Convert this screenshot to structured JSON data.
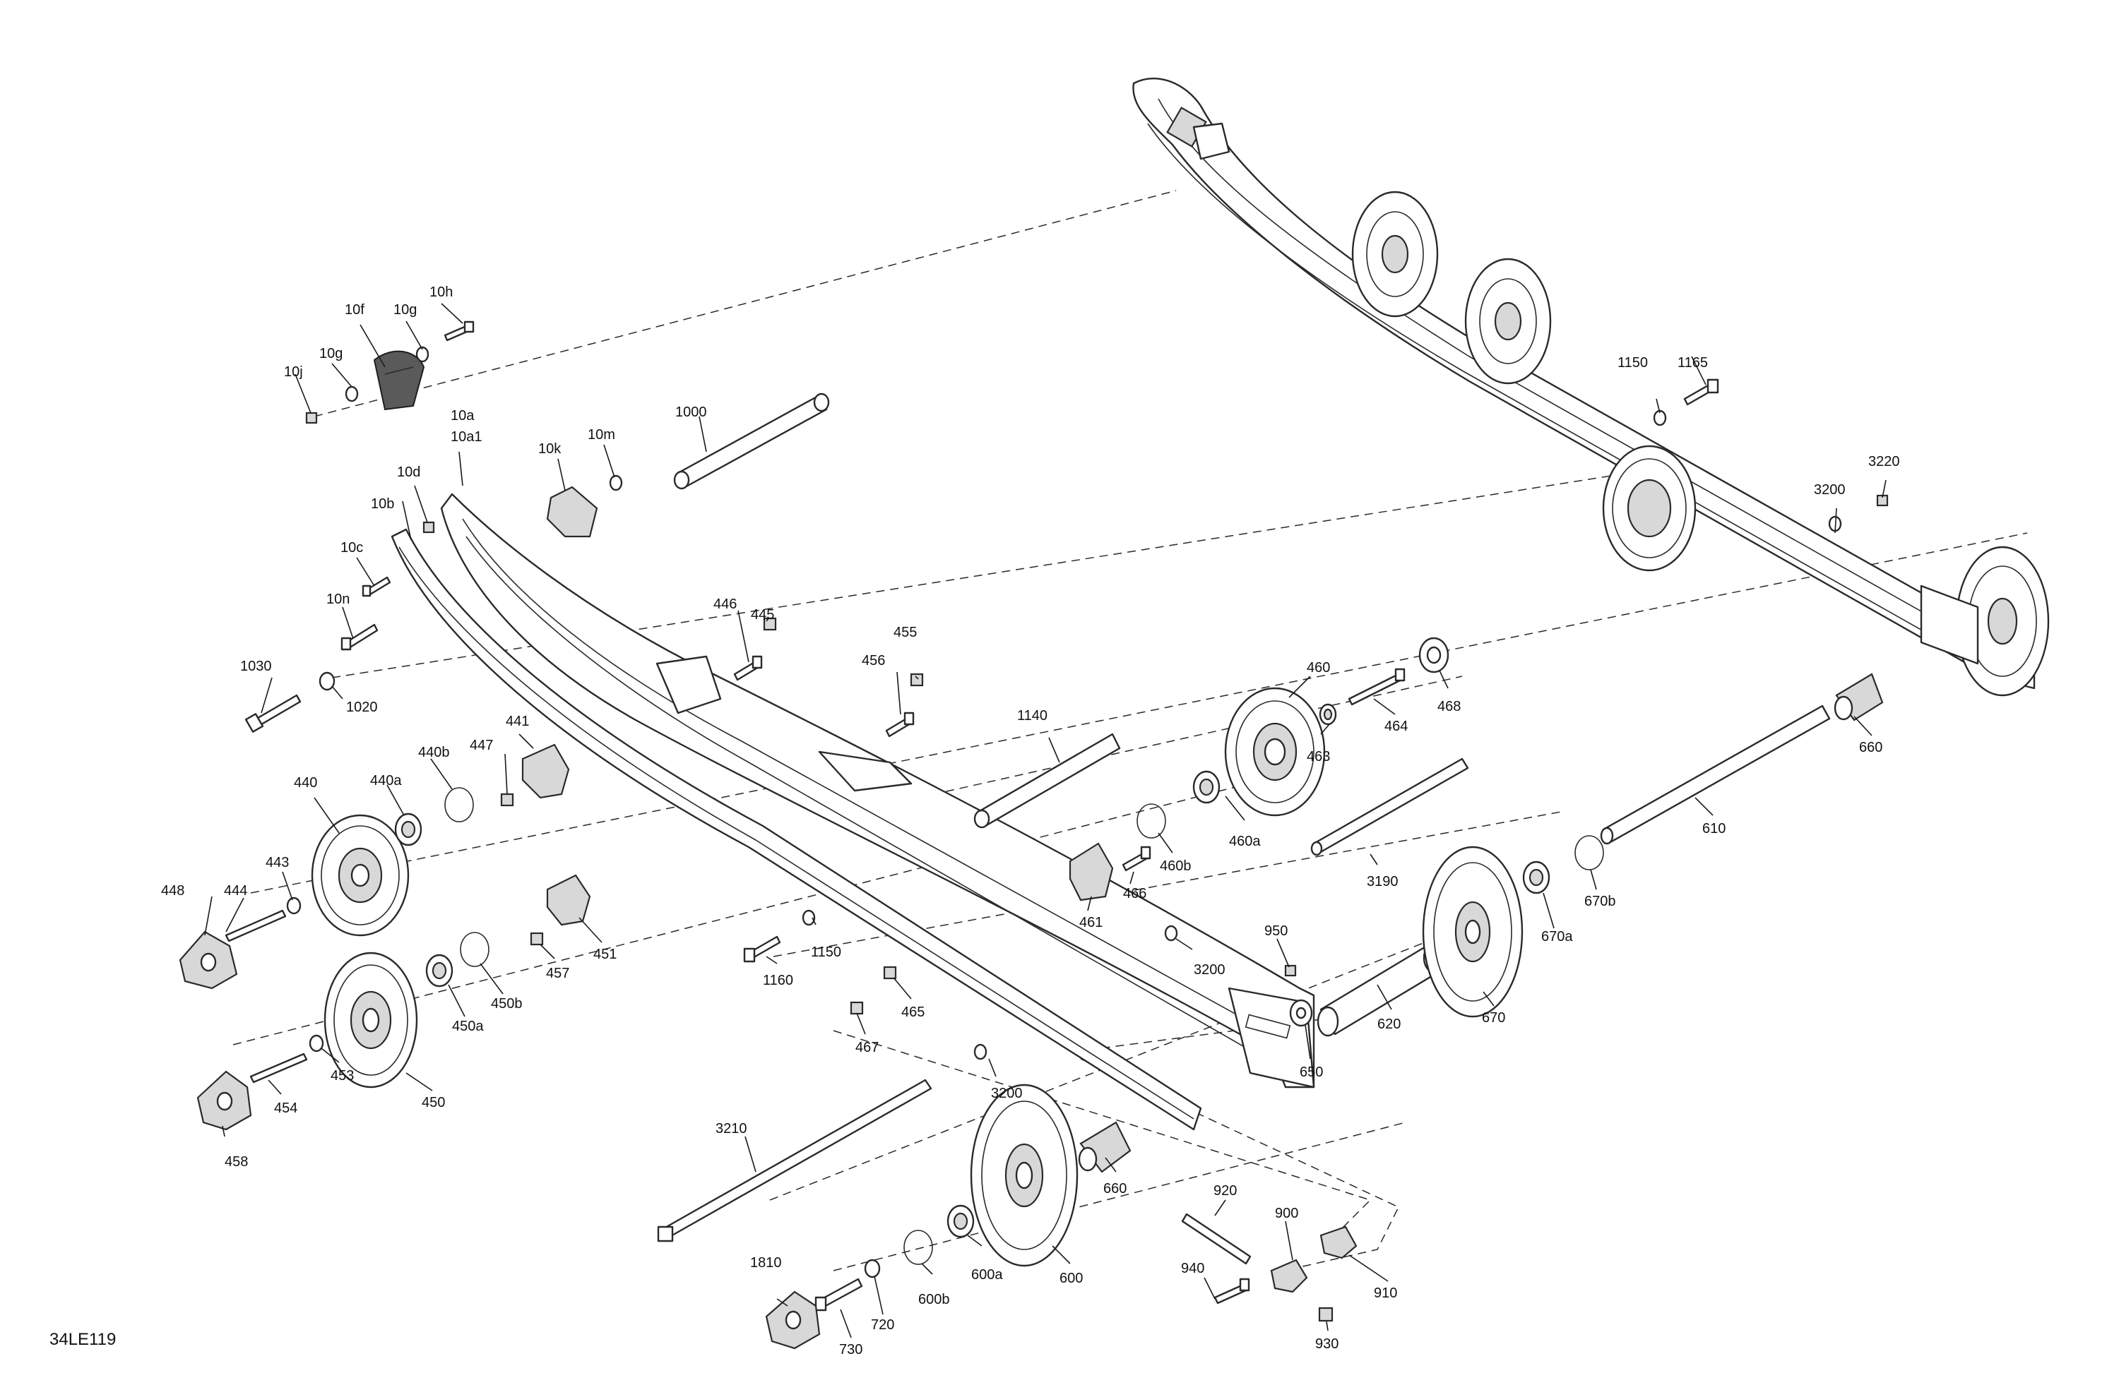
{
  "document_id": "34LE119",
  "colors": {
    "line": "#2a2a2a",
    "fill": "#ffffff",
    "shade": "#d8d8d8",
    "text": "#111111"
  },
  "callouts": {
    "c1000": "1000",
    "c1020": "1020",
    "c1030": "1030",
    "c1140": "1140",
    "c1150a": "1150",
    "c1150b": "1150",
    "c1160": "1160",
    "c1165": "1165",
    "c1810": "1810",
    "c3190": "3190",
    "c3200a": "3200",
    "c3200b": "3200",
    "c3200c": "3200",
    "c3210": "3210",
    "c3220": "3220",
    "c10a": "10a",
    "c10a1": "10a1",
    "c10b": "10b",
    "c10c": "10c",
    "c10d": "10d",
    "c10f": "10f",
    "c10ga": "10g",
    "c10gb": "10g",
    "c10h": "10h",
    "c10j": "10j",
    "c10k": "10k",
    "c10m": "10m",
    "c10n": "10n",
    "c440": "440",
    "c440a": "440a",
    "c440b": "440b",
    "c441": "441",
    "c443": "443",
    "c444": "444",
    "c445": "445",
    "c446": "446",
    "c447": "447",
    "c448": "448",
    "c450": "450",
    "c450a": "450a",
    "c450b": "450b",
    "c451": "451",
    "c453": "453",
    "c454": "454",
    "c455": "455",
    "c456": "456",
    "c457": "457",
    "c458": "458",
    "c460": "460",
    "c460a": "460a",
    "c460b": "460b",
    "c461": "461",
    "c463": "463",
    "c464": "464",
    "c465": "465",
    "c466": "466",
    "c467": "467",
    "c468": "468",
    "c600": "600",
    "c600a": "600a",
    "c600b": "600b",
    "c610": "610",
    "c620": "620",
    "c650": "650",
    "c660a": "660",
    "c660b": "660",
    "c670": "670",
    "c670a": "670a",
    "c670b": "670b",
    "c720": "720",
    "c730": "730",
    "c900": "900",
    "c910": "910",
    "c920": "920",
    "c930": "930",
    "c940": "940",
    "c950": "950"
  }
}
